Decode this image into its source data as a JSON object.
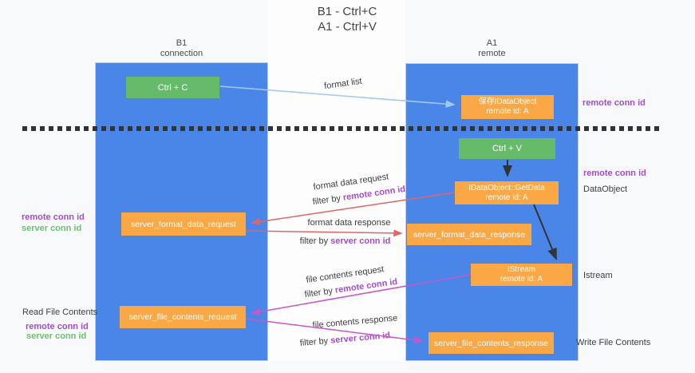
{
  "title": {
    "line1": "B1 - Ctrl+C",
    "line2": "A1 - Ctrl+V"
  },
  "columns": {
    "left": {
      "name": "B1",
      "subtitle": "connection"
    },
    "right": {
      "name": "A1",
      "subtitle": "remote"
    }
  },
  "nodes": {
    "ctrl_c": {
      "label": "Ctrl + C"
    },
    "save_idataobject": {
      "line1": "保存IDataObject",
      "line2": "remote id: A"
    },
    "ctrl_v": {
      "label": "Ctrl + V"
    },
    "getdata": {
      "line1": "IDataObject::GetData",
      "line2": "remote id: A"
    },
    "format_request": {
      "label": "server_format_data_request"
    },
    "format_response": {
      "label": "server_format_data_response"
    },
    "istream": {
      "line1": "IStream",
      "line2": "remote id: A"
    },
    "file_request": {
      "label": "server_file_contents_request"
    },
    "file_response": {
      "label": "server_file_contents_response"
    }
  },
  "flow_labels": {
    "format_list": "format list",
    "format_data_request": "format data request",
    "format_data_response": "format data response",
    "file_contents_request": "file contents request",
    "file_contents_response": "file contents response",
    "filter_by": "filter by ",
    "remote_conn_id": "remote conn id",
    "server_conn_id": "server conn id"
  },
  "annotations": {
    "remote_conn_id": "remote conn id",
    "server_conn_id": "server conn id",
    "dataobject": "DataObject",
    "istream": "Istream",
    "read_file_contents": "Read File Contents",
    "write_file_contents": "Write File Contents"
  },
  "colors": {
    "column_blue": "#4a86e8",
    "node_orange": "#f9a845",
    "node_green": "#66bb6a",
    "arrow_red": "#e06666",
    "arrow_magenta": "#c857c8",
    "arrow_blue": "#a2c8ee",
    "arrow_black": "#333333",
    "label_purple": "#a54cc9",
    "label_green": "#6fbe72"
  }
}
